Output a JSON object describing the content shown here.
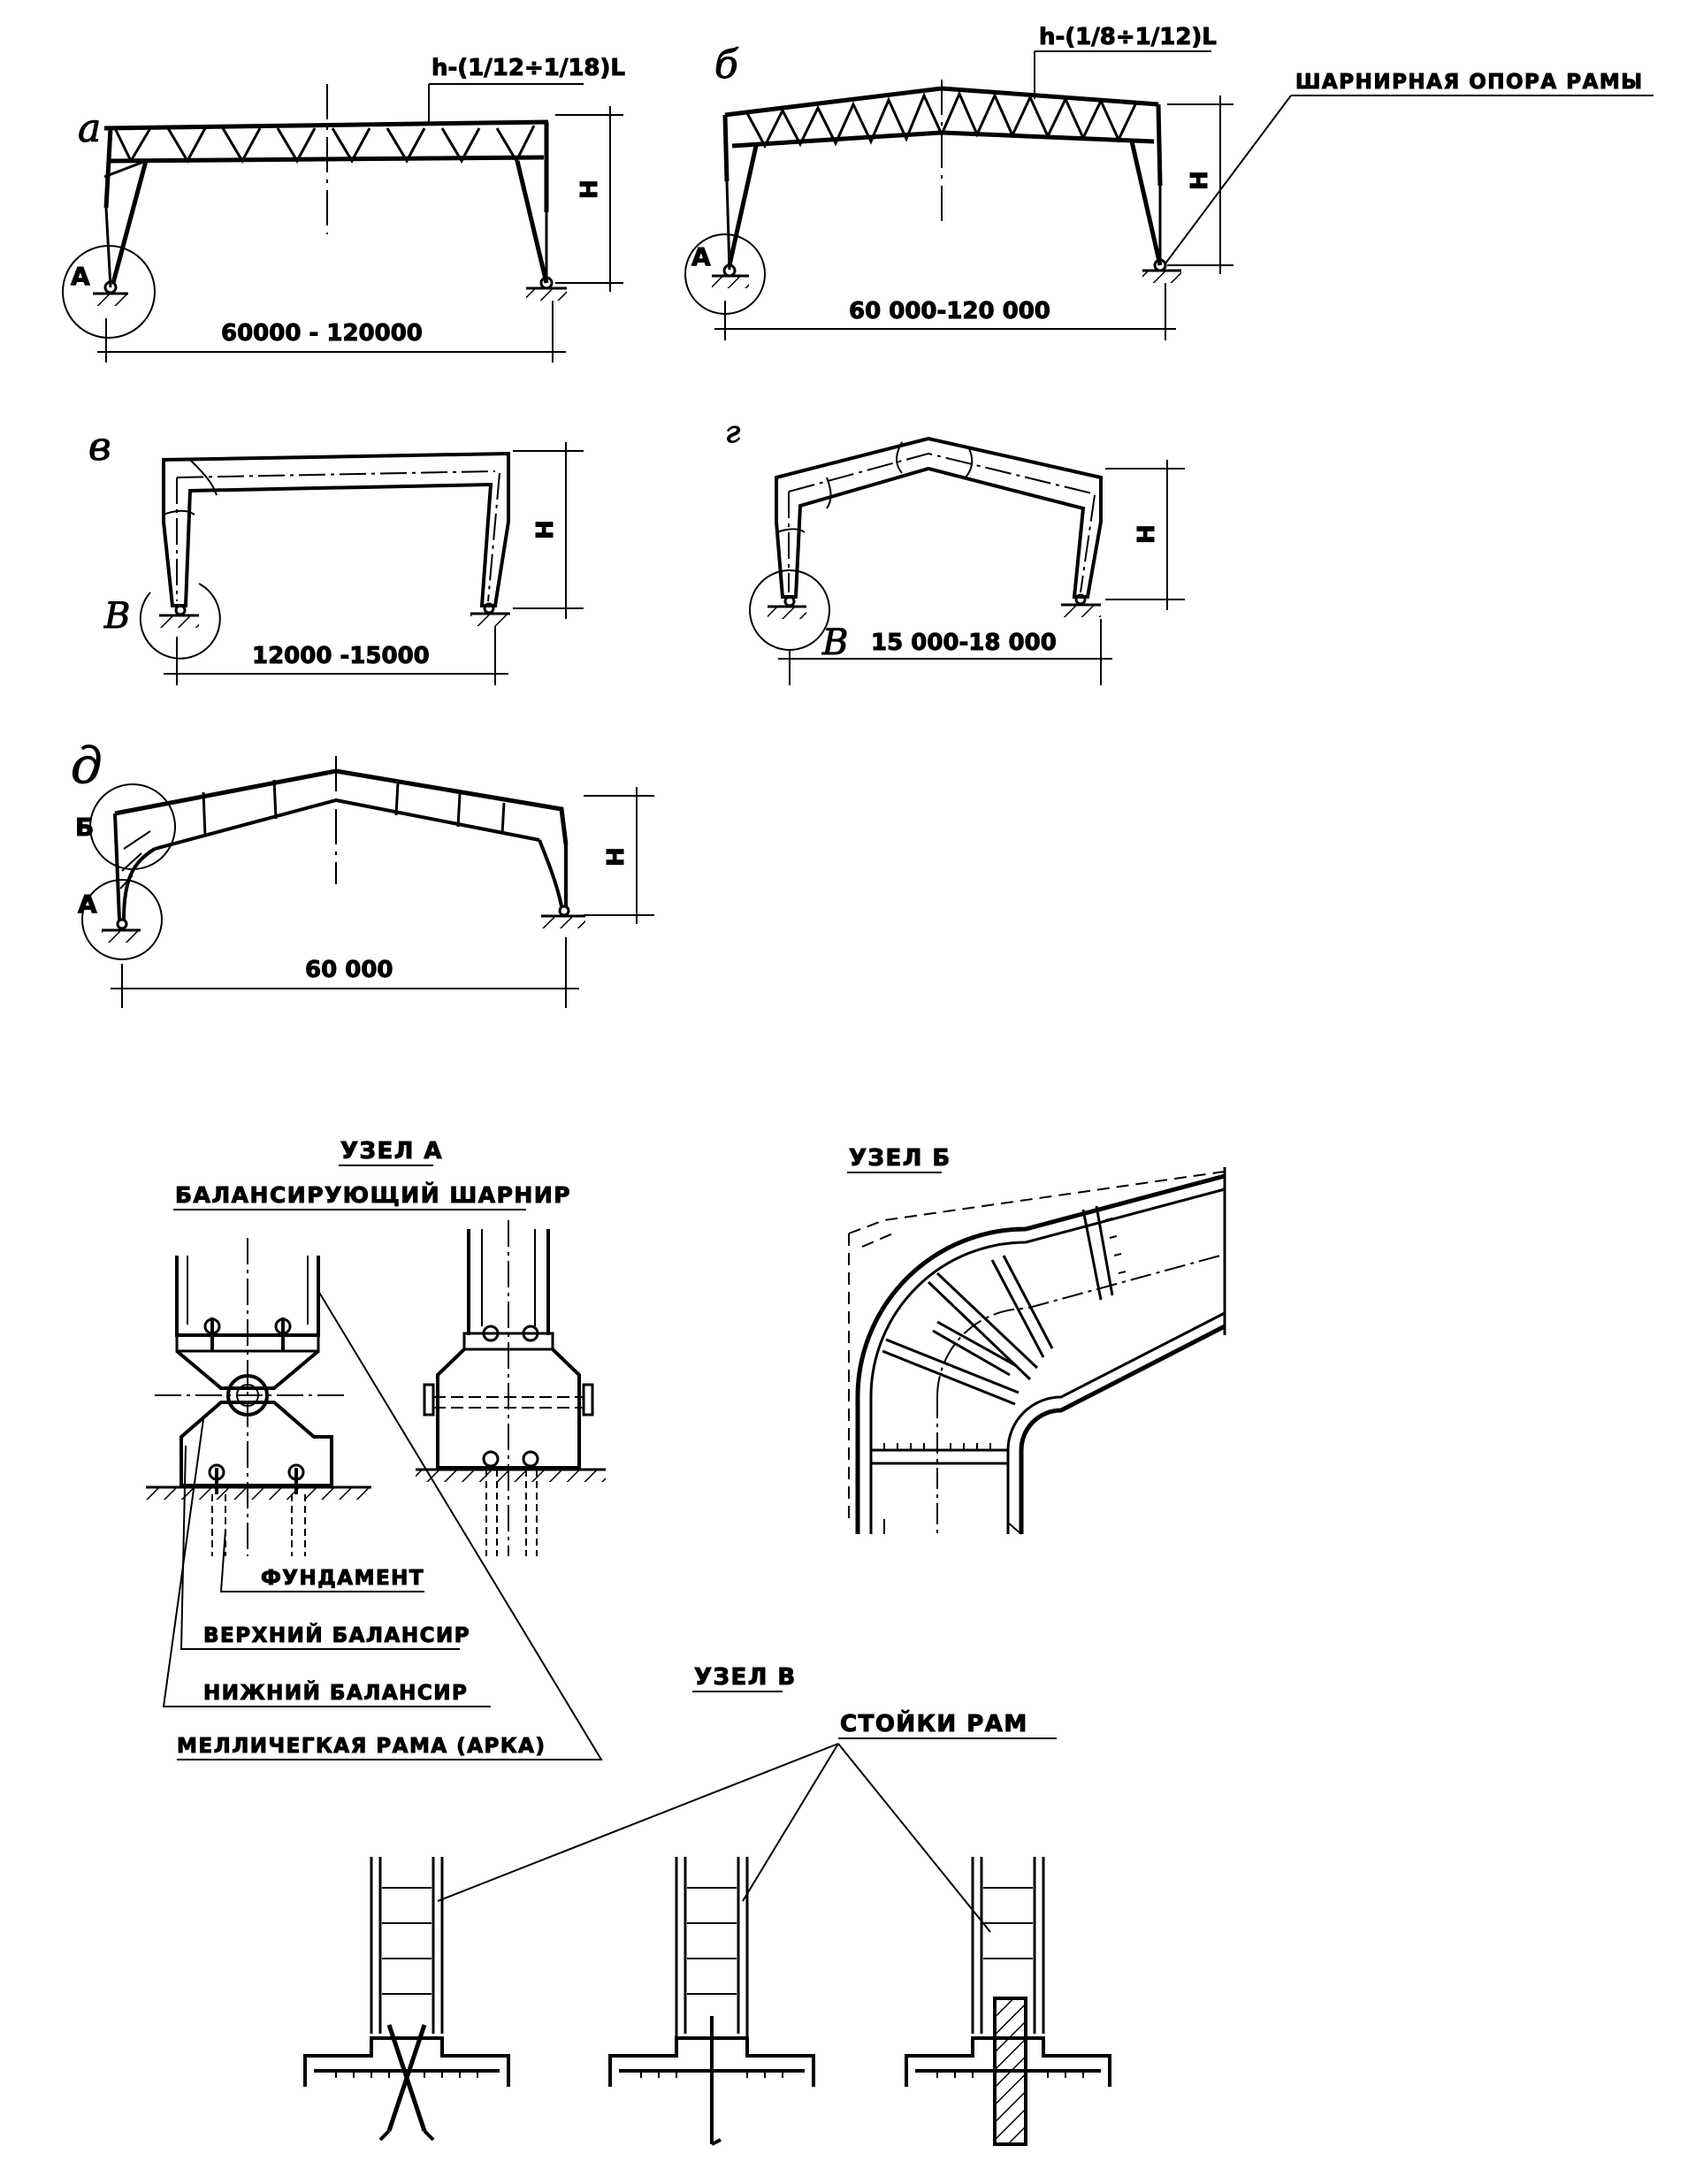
{
  "diagrams": {
    "a": {
      "letter": "а",
      "formula": "h-(1/12÷1/18)L",
      "height": "H",
      "node": "А",
      "span": "60000 - 120000"
    },
    "b": {
      "letter": "б",
      "formula": "h-(1/8÷1/12)L",
      "height": "H",
      "node": "А",
      "span": "60 000-120 000",
      "callout": "ШАРНИРНАЯ ОПОРА РАМЫ"
    },
    "v": {
      "letter": "в",
      "height": "H",
      "node": "В",
      "span": "12000 -15000"
    },
    "g": {
      "letter": "г",
      "height": "H",
      "node": "В",
      "span": "15 000-18 000"
    },
    "d": {
      "letter": "д",
      "height": "H",
      "node_top": "Б",
      "node_bottom": "А",
      "span": "60 000"
    }
  },
  "node_a": {
    "title": "УЗЕЛ А",
    "subtitle": "БАЛАНСИРУЮЩИЙ ШАРНИР",
    "labels": [
      "ФУНДАМЕНТ",
      "ВЕРХНИЙ БАЛАНСИР",
      "НИЖНИЙ БАЛАНСИР",
      "МЕЛЛИЧЕГКАЯ РАМА (АРКА)"
    ]
  },
  "node_b": {
    "title": "УЗЕЛ Б"
  },
  "node_v": {
    "title": "УЗЕЛ В",
    "label": "СТОЙКИ РАМ"
  }
}
